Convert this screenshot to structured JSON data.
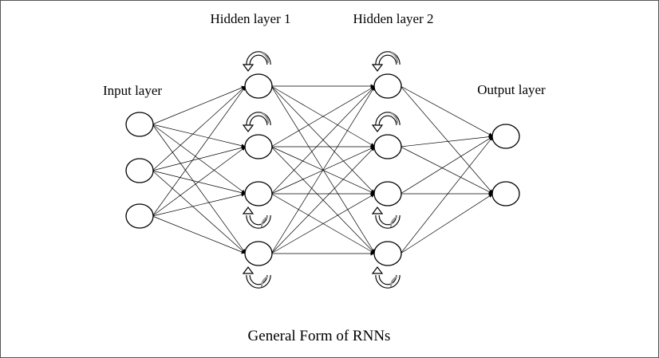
{
  "diagram": {
    "caption": "General Form of RNNs",
    "layers": [
      {
        "name": "Input layer",
        "node_count": 3
      },
      {
        "name": "Hidden layer 1",
        "node_count": 4,
        "recurrent": true
      },
      {
        "name": "Hidden layer 2",
        "node_count": 4,
        "recurrent": true
      },
      {
        "name": "Output layer",
        "node_count": 2
      }
    ],
    "connectivity": "fully-connected",
    "colors": {
      "line": "#000000",
      "node_fill": "#ffffff",
      "loop_shade": "#9a9a9a",
      "frame": "#555555"
    }
  }
}
